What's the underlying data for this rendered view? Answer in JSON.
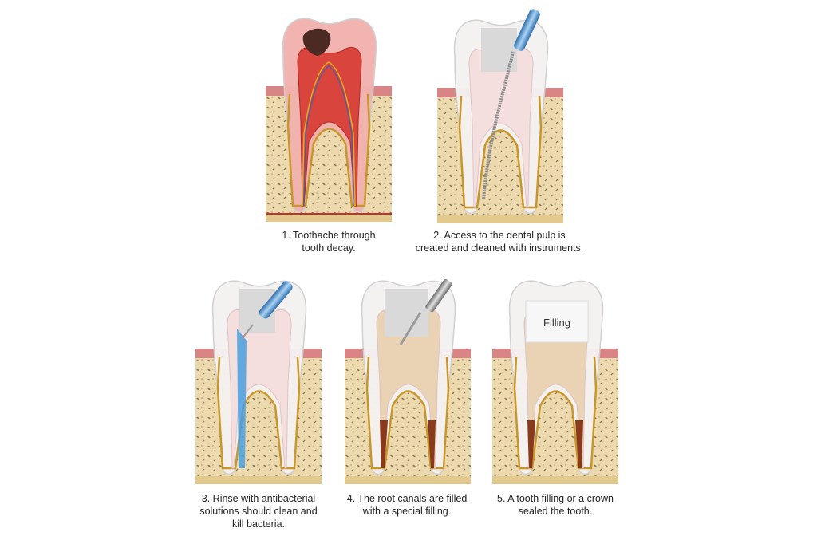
{
  "panels": [
    {
      "step": 1,
      "caption_lines": [
        "1. Toothache through",
        "tooth decay."
      ],
      "variant": "decay"
    },
    {
      "step": 2,
      "caption_lines": [
        "2. Access to the dental pulp is",
        "created and cleaned with instruments."
      ],
      "variant": "access"
    },
    {
      "step": 3,
      "caption_lines": [
        "3. Rinse with antibacterial",
        "solutions should clean and",
        "kill bacteria."
      ],
      "variant": "rinse"
    },
    {
      "step": 4,
      "caption_lines": [
        "4. The root canals are filled",
        "with a special filling."
      ],
      "variant": "fill"
    },
    {
      "step": 5,
      "caption_lines": [
        "5. A tooth filling or a crown",
        "sealed the tooth."
      ],
      "variant": "sealed",
      "label": "Filling"
    }
  ],
  "colors": {
    "bone": "#ead7ab",
    "gum": "#d98585",
    "pulp_infected": "#d9443c",
    "pulp_clean": "#f4dede",
    "rinse": "#4a9fe0",
    "canal_filling": "#8a3a1c",
    "instrument": "#5b9fd6"
  }
}
